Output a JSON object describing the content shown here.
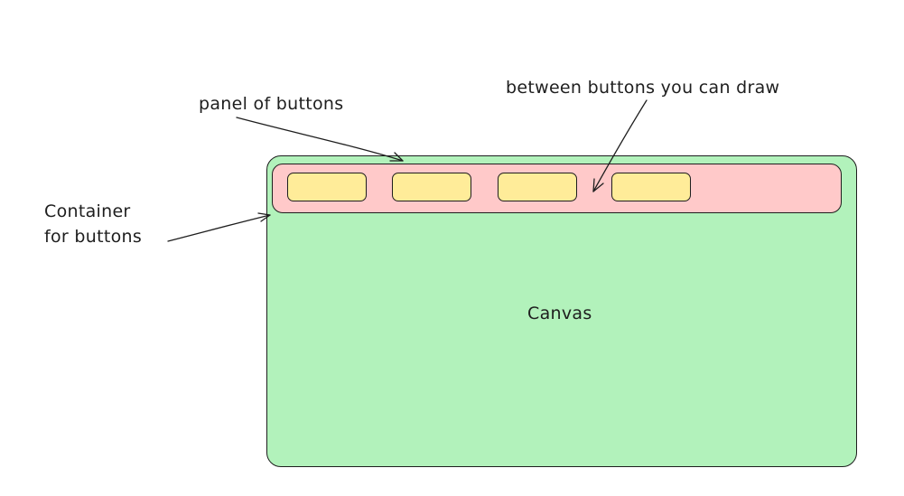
{
  "colors": {
    "canvas": "#b2f2bb",
    "panel": "#ffc9c9",
    "button": "#ffec99",
    "stroke": "#1e1e1e"
  },
  "labels": {
    "panel_of_buttons": "panel of buttons",
    "between_buttons": "between buttons you can draw",
    "container_line1": "Container",
    "container_line2": "for buttons",
    "canvas": "Canvas"
  },
  "buttons": [
    "",
    "",
    "",
    ""
  ]
}
